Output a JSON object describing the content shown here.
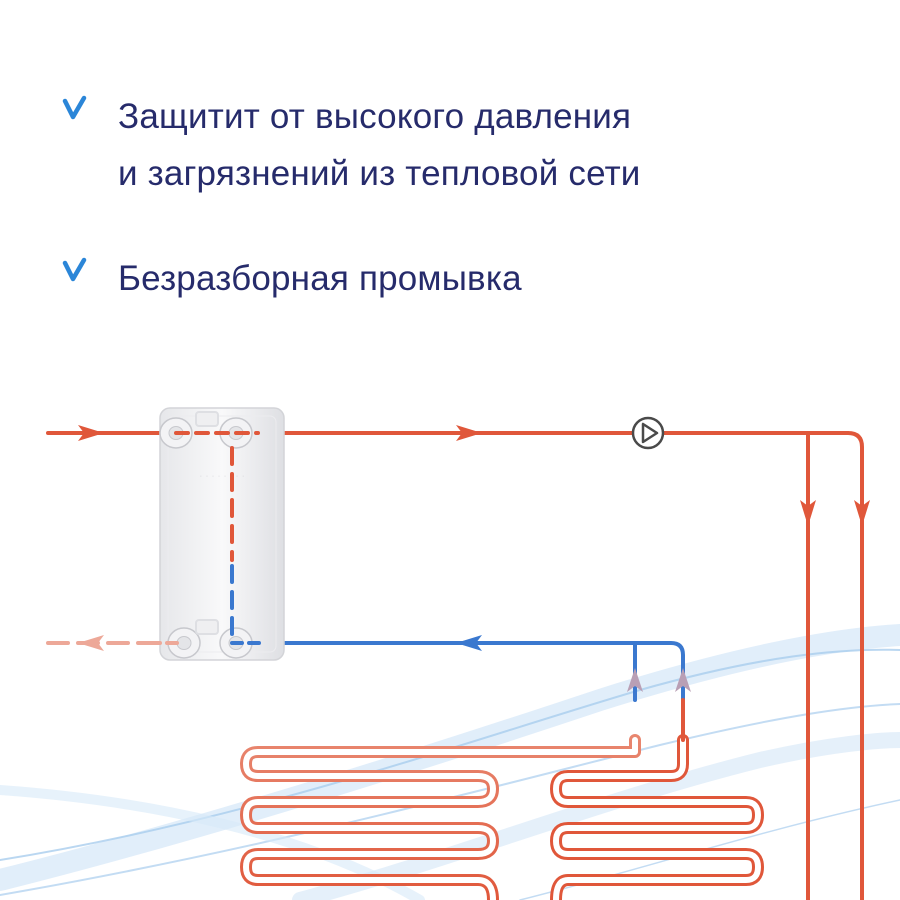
{
  "features": [
    {
      "lines": [
        "Защитит от высокого давления",
        "и загрязнений из тепловой сети"
      ]
    },
    {
      "lines": [
        "Безразборная промывка"
      ]
    }
  ],
  "colors": {
    "text": "#262b6b",
    "check": "#2b86d8",
    "supply": "#e0573a",
    "return": "#3a78cf",
    "cooled": "#eda898",
    "mixed": "#b99fb5",
    "pump": "#4a4a4a",
    "wave": "#a9cdee"
  },
  "icons": {
    "check": "checkmark-icon",
    "pump": "circulation-pump-icon",
    "exchanger": "plate-heat-exchanger-icon"
  }
}
